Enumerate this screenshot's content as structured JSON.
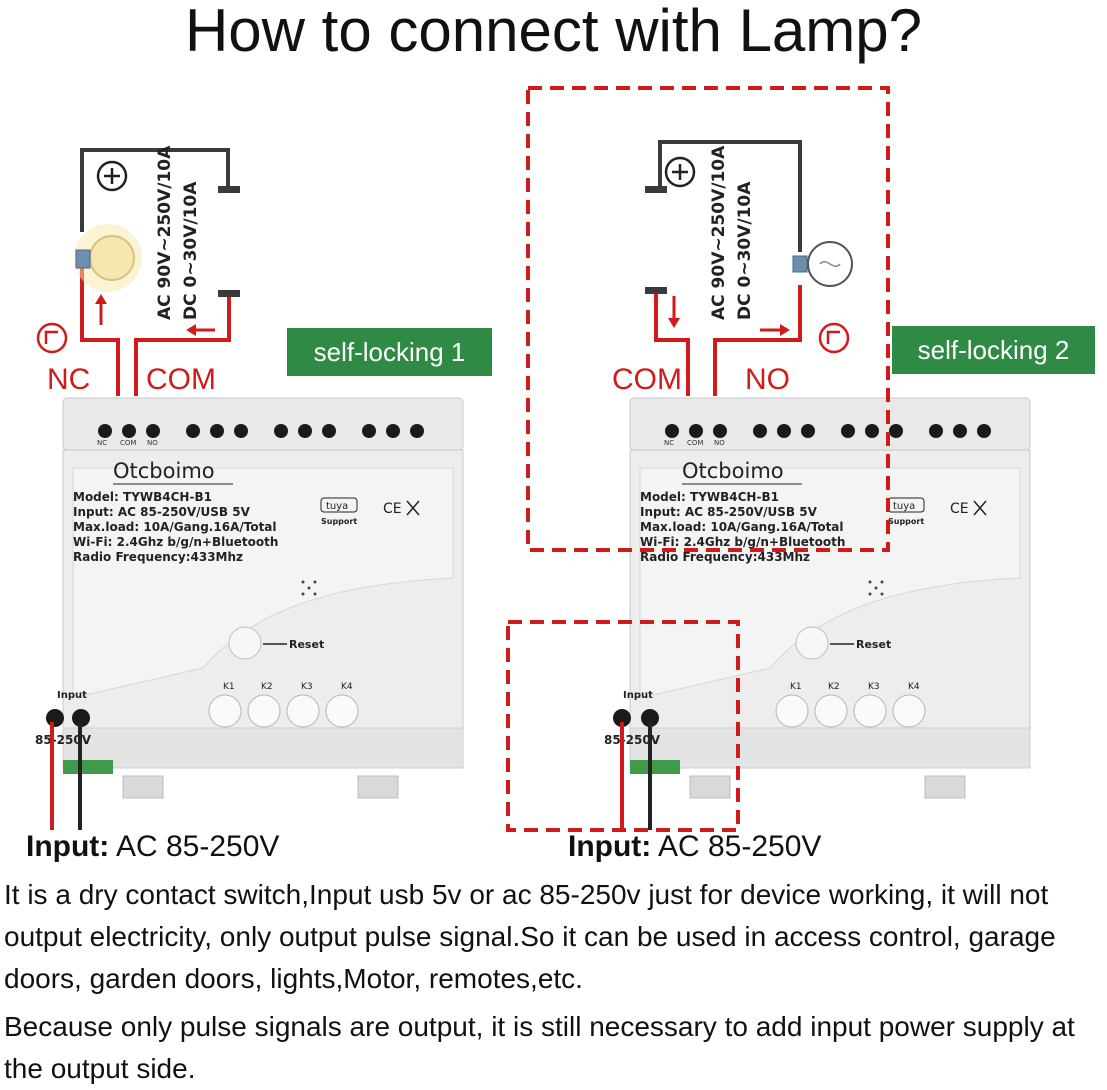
{
  "title": "How to connect with Lamp?",
  "diagrams": [
    {
      "tag": "self-locking 1",
      "contact_left": "NC",
      "contact_right": "COM",
      "rating_ac": "AC 90V~250V/10A",
      "rating_dc": "DC 0~30V/10A",
      "lamp_lit": true,
      "input_label": "Input:",
      "input_value": "AC 85-250V"
    },
    {
      "tag": "self-locking 2",
      "contact_left": "COM",
      "contact_right": "NO",
      "rating_ac": "AC 90V~250V/10A",
      "rating_dc": "DC 0~30V/10A",
      "lamp_lit": false,
      "input_label": "Input:",
      "input_value": "AC 85-250V"
    }
  ],
  "device": {
    "brand": "Otcboimo",
    "model": "Model: TYWB4CH-B1",
    "input": "Input: AC 85-250V/USB 5V",
    "maxload": "Max.load: 10A/Gang.16A/Total",
    "wifi": "Wi-Fi: 2.4Ghz b/g/n+Bluetooth",
    "radio": "Radio Frequency:433Mhz",
    "terminal_labels": [
      "NC",
      "COM",
      "NO"
    ],
    "reset_label": "Reset",
    "keys": [
      "K1",
      "K2",
      "K3",
      "K4"
    ],
    "input_port_label": "Input",
    "input_port_voltage": "85-250V",
    "tuya_label": "tuya",
    "tuya_support": "Support",
    "ce_mark": "CE"
  },
  "description": [
    "It is a dry contact switch,Input usb 5v or ac 85-250v just for device working, it will not output electricity, only output pulse signal.So it can be used in access control, garage doors, garden doors, lights,Motor, remotes,etc.",
    "Because only pulse signals are output, it is still necessary to add input power supply at the output side."
  ],
  "colors": {
    "wire_red": "#d11b1b",
    "wire_black": "#333333",
    "tag_green": "#2f8a43",
    "dash_red": "#d11b1b",
    "device_body": "#ececec"
  }
}
